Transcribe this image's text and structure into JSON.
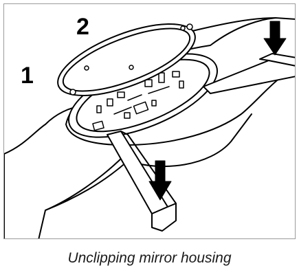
{
  "callouts": {
    "mirror_body": "1",
    "mirror_housing": "2"
  },
  "caption": "Unclipping mirror housing",
  "colors": {
    "line": "#000000",
    "fill": "#ffffff",
    "frame": "#9a9a9a"
  },
  "icons": [
    "down-arrow-icon",
    "pry-tool"
  ]
}
